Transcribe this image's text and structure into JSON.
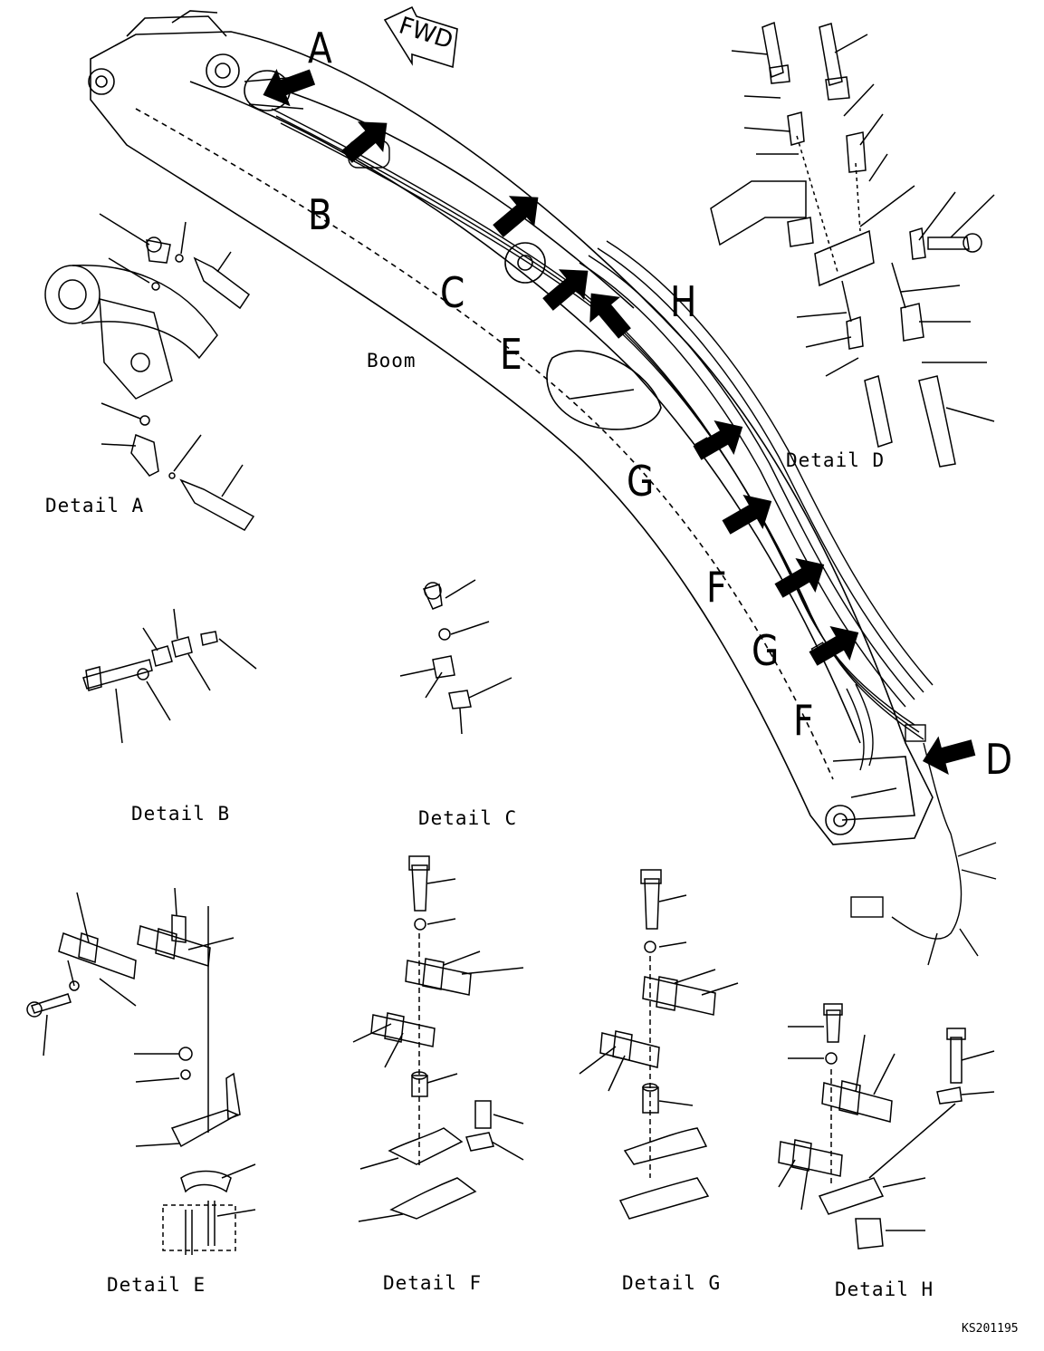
{
  "direction": "FWD",
  "component": "Boom",
  "callouts": {
    "A": "A",
    "B": "B",
    "C": "C",
    "D": "D",
    "E": "E",
    "F1": "F",
    "F2": "F",
    "G1": "G",
    "G2": "G",
    "H": "H"
  },
  "details": {
    "A": "Detail A",
    "B": "Detail B",
    "C": "Detail C",
    "D": "Detail D",
    "E": "Detail E",
    "F": "Detail F",
    "G": "Detail G",
    "H": "Detail H"
  },
  "drawing_number": "KS201195",
  "colors": {
    "ink": "#000000",
    "paper": "#ffffff"
  }
}
